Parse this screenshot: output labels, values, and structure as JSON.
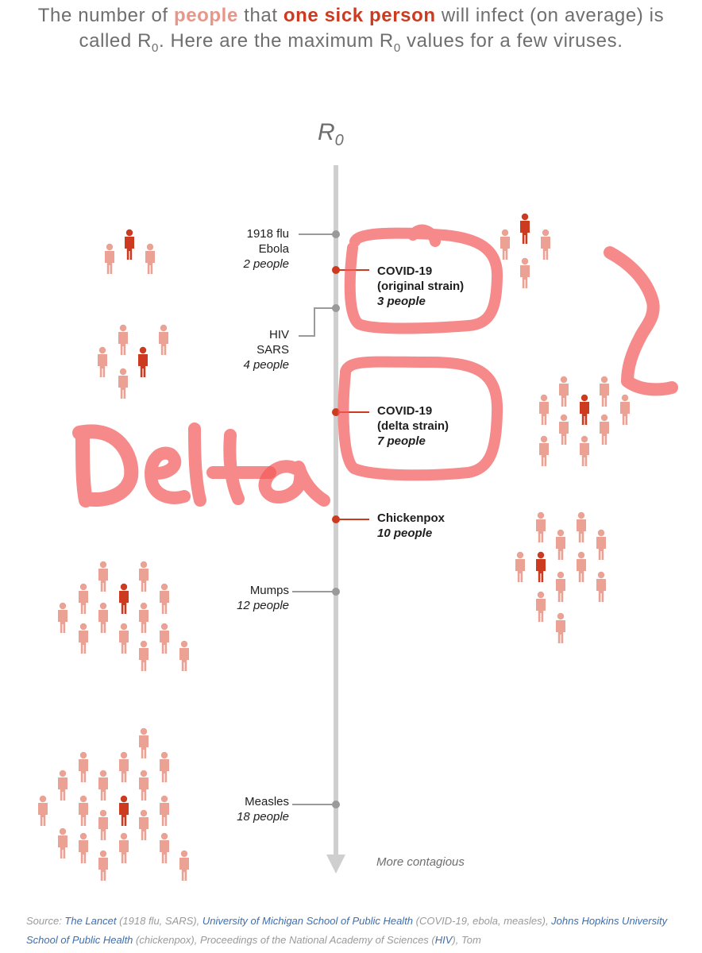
{
  "headline": {
    "part1": "The number of ",
    "people": "people",
    "part2": " that ",
    "sick": "one sick person",
    "part3": " will infect (on average) is called R",
    "sub1": "0",
    "part4": ". Here are the maximum R",
    "sub2": "0",
    "part5": " values for a few viruses."
  },
  "axis": {
    "label": "R",
    "label_sub": "0",
    "footer": "More contagious"
  },
  "colors": {
    "axis": "#cfcfcf",
    "tick_gray": "#9a9a9a",
    "tick_red": "#cc3a20",
    "person": "#eba193",
    "sick": "#cc3a20",
    "marker": "#f25c5c"
  },
  "left_labels": [
    {
      "lines": [
        "1918 flu",
        "Ebola"
      ],
      "people": "2 people",
      "r0": 2
    },
    {
      "lines": [
        "HIV",
        "SARS"
      ],
      "people": "4 people",
      "r0": 4
    },
    {
      "lines": [
        "Mumps"
      ],
      "people": "12 people",
      "r0": 12
    },
    {
      "lines": [
        "Measles"
      ],
      "people": "18 people",
      "r0": 18
    }
  ],
  "right_labels": [
    {
      "lines": [
        "COVID-19",
        "(original strain)"
      ],
      "people": "3 people",
      "r0": 3
    },
    {
      "lines": [
        "COVID-19",
        "(delta strain)"
      ],
      "people": "7 people",
      "r0": 7
    },
    {
      "lines": [
        "Chickenpox"
      ],
      "people": "10 people",
      "r0": 10
    }
  ],
  "annotations": {
    "word": "Delta",
    "number": "2"
  },
  "source": {
    "prefix": "Source: ",
    "lancet": "The Lancet",
    "t1": " (1918 flu, SARS), ",
    "umich": "University of Michigan School of Public Health",
    "t2": " (COVID-19, ebola, measles), ",
    "jh": "Johns Hopkins University School of Public Health",
    "t3": " (chickenpox), Proceedings of the National Academy of Sciences (",
    "hiv": "HIV",
    "t4": "), Tom"
  }
}
